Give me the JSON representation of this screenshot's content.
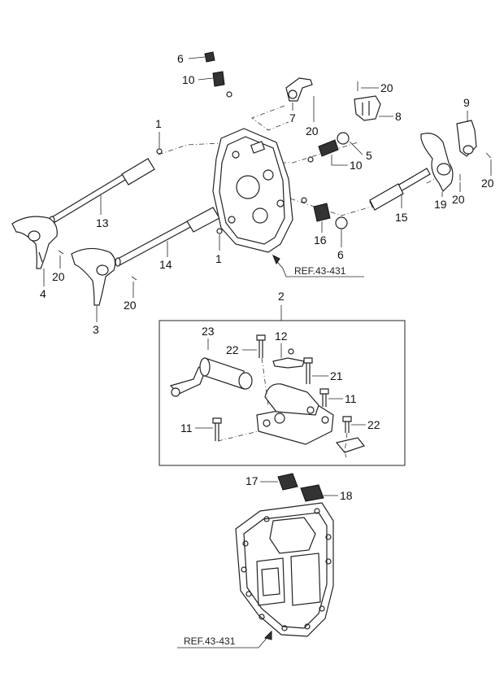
{
  "callouts": [
    {
      "id": "c6a",
      "text": "6"
    },
    {
      "id": "c10a",
      "text": "10"
    },
    {
      "id": "c20a",
      "text": "20"
    },
    {
      "id": "c7",
      "text": "7"
    },
    {
      "id": "c20b",
      "text": "20"
    },
    {
      "id": "c8",
      "text": "8"
    },
    {
      "id": "c9",
      "text": "9"
    },
    {
      "id": "c1a",
      "text": "1"
    },
    {
      "id": "c5",
      "text": "5"
    },
    {
      "id": "c10b",
      "text": "10"
    },
    {
      "id": "c20c",
      "text": "20"
    },
    {
      "id": "c19",
      "text": "19"
    },
    {
      "id": "c20d",
      "text": "20"
    },
    {
      "id": "c15",
      "text": "15"
    },
    {
      "id": "c13",
      "text": "13"
    },
    {
      "id": "c16",
      "text": "16"
    },
    {
      "id": "c6b",
      "text": "6"
    },
    {
      "id": "c1b",
      "text": "1"
    },
    {
      "id": "c14",
      "text": "14"
    },
    {
      "id": "c20e",
      "text": "20"
    },
    {
      "id": "c4",
      "text": "4"
    },
    {
      "id": "c20f",
      "text": "20"
    },
    {
      "id": "c3",
      "text": "3"
    },
    {
      "id": "c2",
      "text": "2"
    },
    {
      "id": "c23",
      "text": "23"
    },
    {
      "id": "c22a",
      "text": "22"
    },
    {
      "id": "c12",
      "text": "12"
    },
    {
      "id": "c21",
      "text": "21"
    },
    {
      "id": "c11a",
      "text": "11"
    },
    {
      "id": "c11b",
      "text": "11"
    },
    {
      "id": "c22b",
      "text": "22"
    },
    {
      "id": "c17",
      "text": "17"
    },
    {
      "id": "c18",
      "text": "18"
    }
  ],
  "references": {
    "top": "REF.43-431",
    "bottom": "REF.43-431"
  }
}
